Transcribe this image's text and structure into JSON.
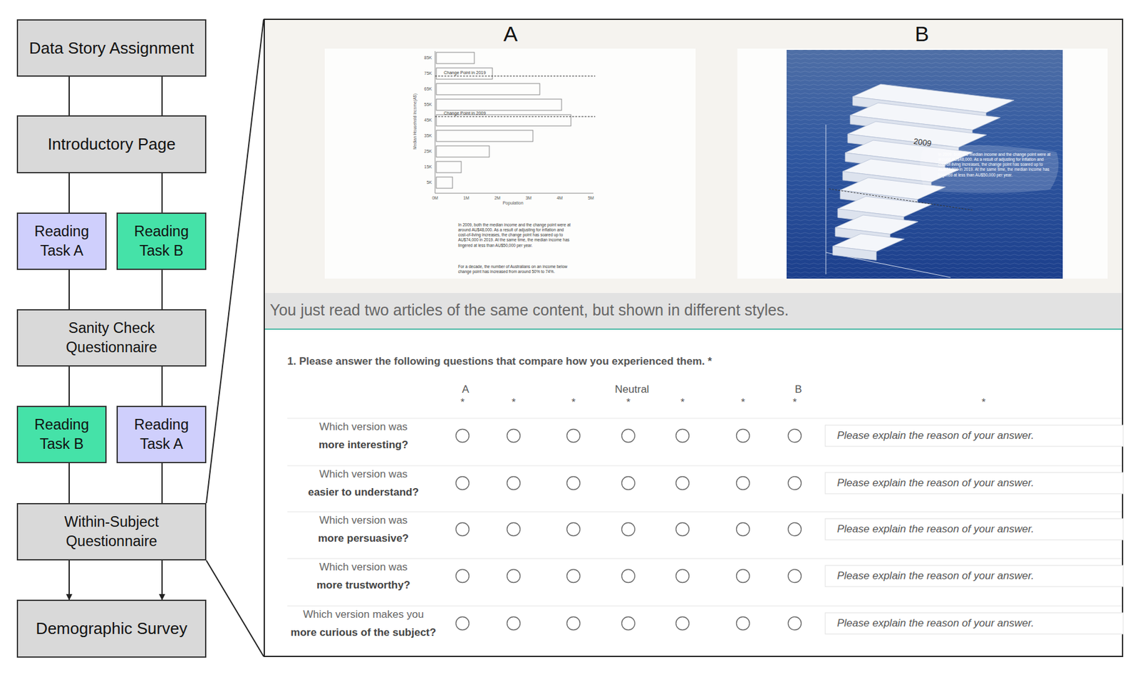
{
  "diagram": {
    "nodes": [
      {
        "text": [
          "Data Story Assignment"
        ]
      },
      {
        "text": [
          "Introductory Page"
        ]
      },
      {
        "text": [
          "Reading Task A"
        ]
      },
      {
        "text": [
          "Reading Task B"
        ]
      },
      {
        "text": [
          "Sanity Check Questionnaire"
        ]
      },
      {
        "text": [
          "Reading Task B"
        ]
      },
      {
        "text": [
          "Reading Task A"
        ]
      },
      {
        "text": [
          "Within-Subject Questionnaire"
        ]
      },
      {
        "text": [
          "Demographic Survey"
        ]
      }
    ],
    "edges": [
      {
        "from": 0,
        "to": 1,
        "arrow": "none"
      },
      {
        "from": 0,
        "to": 1,
        "arrow": "none"
      },
      {
        "from": 1,
        "to": 2,
        "arrow": "none"
      },
      {
        "from": 1,
        "to": 3,
        "arrow": "none"
      },
      {
        "from": 2,
        "to": 4,
        "arrow": "none"
      },
      {
        "from": 3,
        "to": 4,
        "arrow": "none"
      },
      {
        "from": 4,
        "to": 5,
        "arrow": "none"
      },
      {
        "from": 4,
        "to": 6,
        "arrow": "none"
      },
      {
        "from": 5,
        "to": 7,
        "arrow": "none"
      },
      {
        "from": 6,
        "to": 7,
        "arrow": "none"
      },
      {
        "from": 7,
        "to": 8,
        "arrow": "to"
      },
      {
        "from": 7,
        "to": 8,
        "arrow": "to"
      }
    ],
    "labels": [
      "A",
      "B",
      "85K",
      "75K",
      "65K",
      "55K",
      "45K",
      "35K",
      "25K",
      "15K",
      "5K",
      "Change Point in 2019",
      "Change Point in 2009",
      "0M",
      "1M",
      "2M",
      "3M",
      "4M",
      "5M",
      "Population",
      "Median Household Income(A$)",
      "In 2009, both the median income and the change point were at around AU$48,000. As a result of adjusting for inflation and cost-of-living increases, the change point has soared up to AU$74,000 in 2019. At the same time, the median income has lingered at less than AU$50,000 per year.",
      "For a decade, the number of Australians on an income below change point has increased from around 50% to 74%.",
      "2009",
      "In 2009, both the median income and the change point were at around AU$48,000. As a result of adjusting for inflation and cost-of-living increases, the change point has soared up to AU$74,000 in 2019. At the same time, the median income has lingered at less than AU$50,000 per year.",
      "You just read two articles of the same content, but shown in different styles.",
      "1. Please answer the following questions that compare how you experienced them. *",
      "A",
      "Neutral",
      "B",
      "*",
      "*",
      "*",
      "*",
      "*",
      "*",
      "*",
      "*",
      "Which version was",
      "more interesting?",
      "Please explain the reason of your answer.",
      "Which version was",
      "easier to understand?",
      "Please explain the reason of your answer.",
      "Which version was",
      "more persuasive?",
      "Please explain the reason of your answer.",
      "Which version was",
      "more trustworthy?",
      "Please explain the reason of your answer.",
      "Which version makes you",
      "more curious of the subject?",
      "Please explain the reason of your answer."
    ]
  }
}
